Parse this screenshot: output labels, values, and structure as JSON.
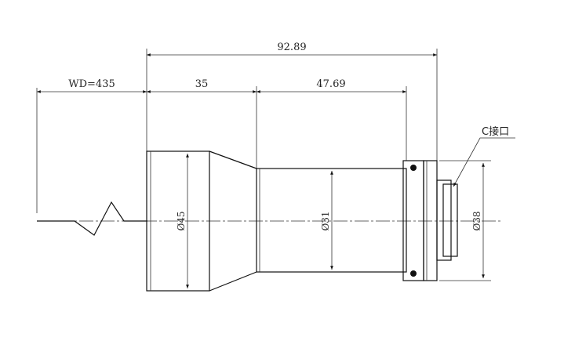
{
  "dimensions": {
    "overall_length": "92.89",
    "working_distance": "WD=435",
    "front_section_length": "35",
    "rear_section_length": "47.69"
  },
  "diameters": {
    "front": "Ø45",
    "middle": "Ø31",
    "mount": "Ø38"
  },
  "callouts": {
    "mount_type": "C接口"
  }
}
